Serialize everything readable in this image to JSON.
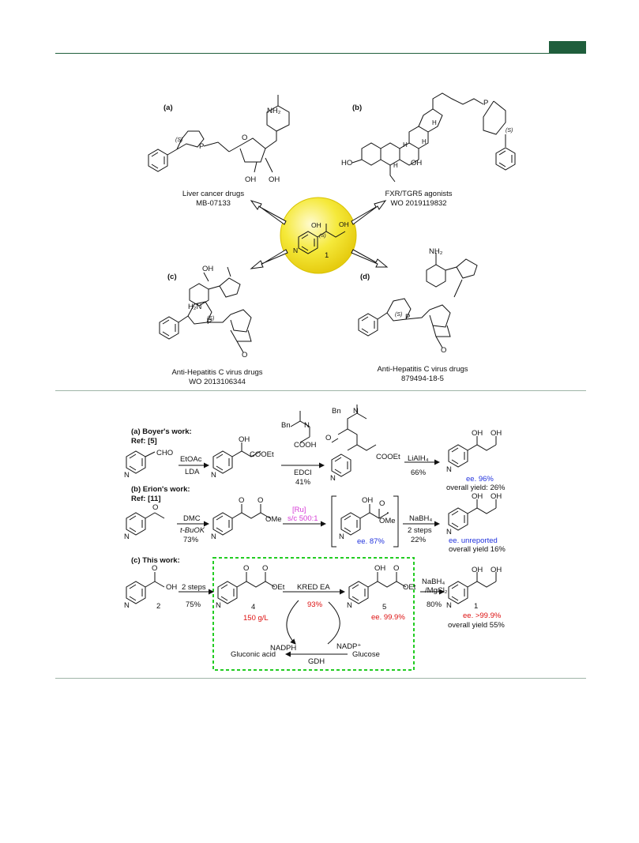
{
  "header": {
    "accent_color": "#1f5e3c"
  },
  "figure1": {
    "panels": {
      "a": {
        "tag": "(a)",
        "caption": "Liver cancer drugs",
        "code": "MB-07133",
        "nh2": "NH₂",
        "o": "O",
        "oh1": "OH",
        "oh2": "OH",
        "s": "(S)",
        "p": "P"
      },
      "b": {
        "tag": "(b)",
        "caption": "FXR/TGR5 agonists",
        "code": "WO 2019119832",
        "ho": "HO",
        "oh": "OH",
        "h1": "H",
        "h2": "H",
        "h3": "H",
        "h4": "H",
        "s": "(S)",
        "p": "P"
      },
      "c": {
        "tag": "(c)",
        "caption": "Anti-Hepatitis C virus drugs",
        "code": "WO 2013106344",
        "oh": "OH",
        "h2n": "H₂N",
        "o": "O",
        "s": "(S)",
        "p": "P"
      },
      "d": {
        "tag": "(d)",
        "caption": "Anti-Hepatitis C virus drugs",
        "code": "879494-18-5",
        "nh2": "NH₂",
        "o": "O",
        "s": "(S)",
        "p": "P"
      }
    },
    "center": {
      "oh1": "OH",
      "oh2": "OH",
      "s": "(S)",
      "n": "N",
      "label": "1",
      "circle_color": "#f5e93a"
    }
  },
  "scheme": {
    "a": {
      "heading": "(a) Boyer's work:",
      "ref": "Ref: [5]",
      "cho": "CHO",
      "step1_top": "EtOAc",
      "step1_bottom": "LDA",
      "oh": "OH",
      "cooet1": "COOEt",
      "bn1": "Bn",
      "n1": "N",
      "cooh": "COOH",
      "step2_bottom1": "EDCI",
      "step2_bottom2": "41%",
      "bn2": "Bn",
      "n2": "N",
      "o": "O",
      "cooet2": "COOEt",
      "step3_top": "LiAlH₄",
      "step3_bottom": "66%",
      "prod_oh1": "OH",
      "prod_oh2": "OH",
      "ee": "ee. 96%",
      "overall": "overall yield: 26%"
    },
    "b": {
      "heading": "(b) Erion's work:",
      "ref": "Ref: [11]",
      "o1": "O",
      "step1_top": "DMC",
      "step1_bottom1": "t-BuOK",
      "step1_bottom2": "73%",
      "o2": "O",
      "o3": "O",
      "ome1": "OMe",
      "step2_top1": "[Ru]",
      "step2_top2": "s/c 500:1",
      "oh": "OH",
      "o4": "O",
      "ome2": "OMe",
      "ee": "ee. 87%",
      "step3_top": "NaBH₄",
      "step3_bottom1": "2 steps",
      "step3_bottom2": "22%",
      "prod_oh1": "OH",
      "prod_oh2": "OH",
      "ee2": "ee. unreported",
      "overall": "overall yield 16%"
    },
    "c": {
      "heading": "(c) This work:",
      "o1": "O",
      "oh": "OH",
      "label2": "2",
      "step1_top": "2 steps",
      "step1_bottom": "75%",
      "o2": "O",
      "o3": "O",
      "oet1": "OEt",
      "label4": "4",
      "conc": "150 g/L",
      "kred": "KRED EA",
      "kred_yield": "93%",
      "oh2": "OH",
      "o4": "O",
      "oet2": "OEt",
      "label5": "5",
      "ee5": "ee. 99.9%",
      "nadph": "NADPH",
      "nadp": "NADP⁺",
      "gluconic": "Gluconic acid",
      "glucose": "Glucose",
      "gdh": "GDH",
      "step3_top1": "NaBH₄",
      "step3_top2": "/MgCl₂",
      "step3_bottom": "80%",
      "prod_oh1": "OH",
      "prod_oh2": "OH",
      "label1": "1",
      "ee1": "ee. >99.9%",
      "overall": "overall yield 55%",
      "box_color": "#22cc22"
    },
    "common": {
      "n": "N"
    }
  }
}
